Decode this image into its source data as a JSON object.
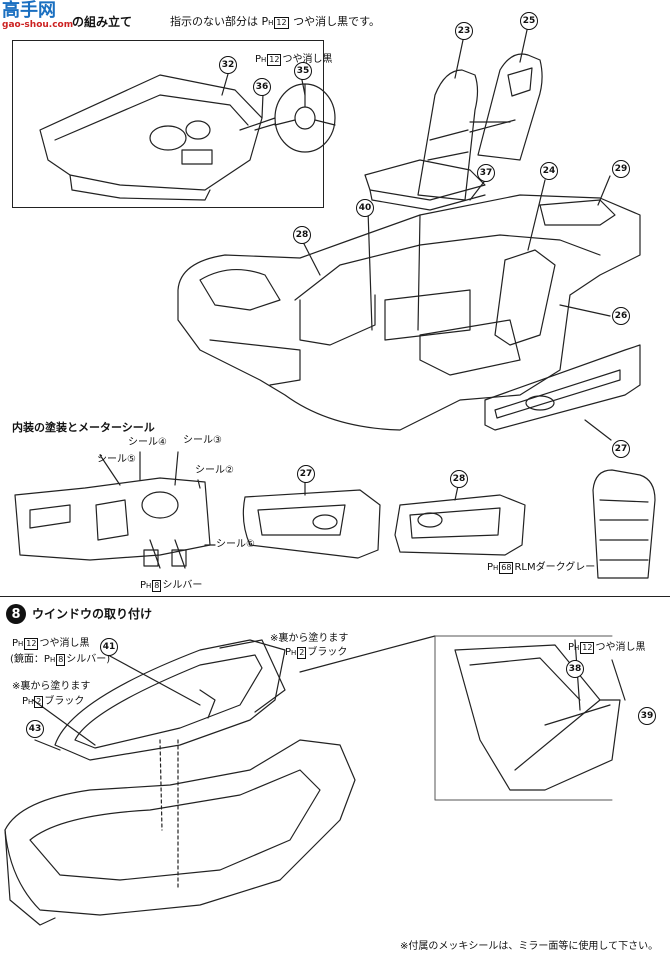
{
  "watermark": {
    "logo_text": "高手网",
    "url": "gao-shou.com"
  },
  "step7": {
    "title": "の組み立て",
    "note": "指示のない部分は",
    "note_code": "12",
    "note_tail": "つや消し黒です。",
    "dash_box_paint_code": "12",
    "dash_box_paint": "つや消し黒",
    "parts": {
      "p32": "32",
      "p36": "36",
      "p35": "35",
      "p23": "23",
      "p25": "25",
      "p37": "37",
      "p40": "40",
      "p24": "24",
      "p29": "29",
      "p28": "28",
      "p26": "26",
      "p27": "27"
    }
  },
  "interior": {
    "title": "内装の塗装とメーターシール",
    "seal4": "シール④",
    "seal3": "シール③",
    "seal5": "シール⑤",
    "seal2": "シール②",
    "seal6": "シール⑥",
    "silver_code": "8",
    "silver": "シルバー",
    "p27": "27",
    "p28": "28",
    "seat_code": "68",
    "seat_paint": "RLMダークグレー"
  },
  "step8": {
    "num": "8",
    "title": "ウインドウの取り付け",
    "left_code": "12",
    "left_paint": "つや消し黒",
    "mirror_open": "(鏡面：",
    "mirror_code": "8",
    "mirror_paint": "シルバー)",
    "back_note_1": "※裏から塗ります",
    "back_code_1": "2",
    "back_paint_1": "ブラック",
    "back_note_2": "※裏から塗ります",
    "back_code_2": "2",
    "back_paint_2": "ブラック",
    "right_code": "12",
    "right_paint": "つや消し黒",
    "p41": "41",
    "p43": "43",
    "p38": "38",
    "p39": "39",
    "footer_note": "※付属のメッキシールは、ミラー面等に使用して下さい。"
  }
}
